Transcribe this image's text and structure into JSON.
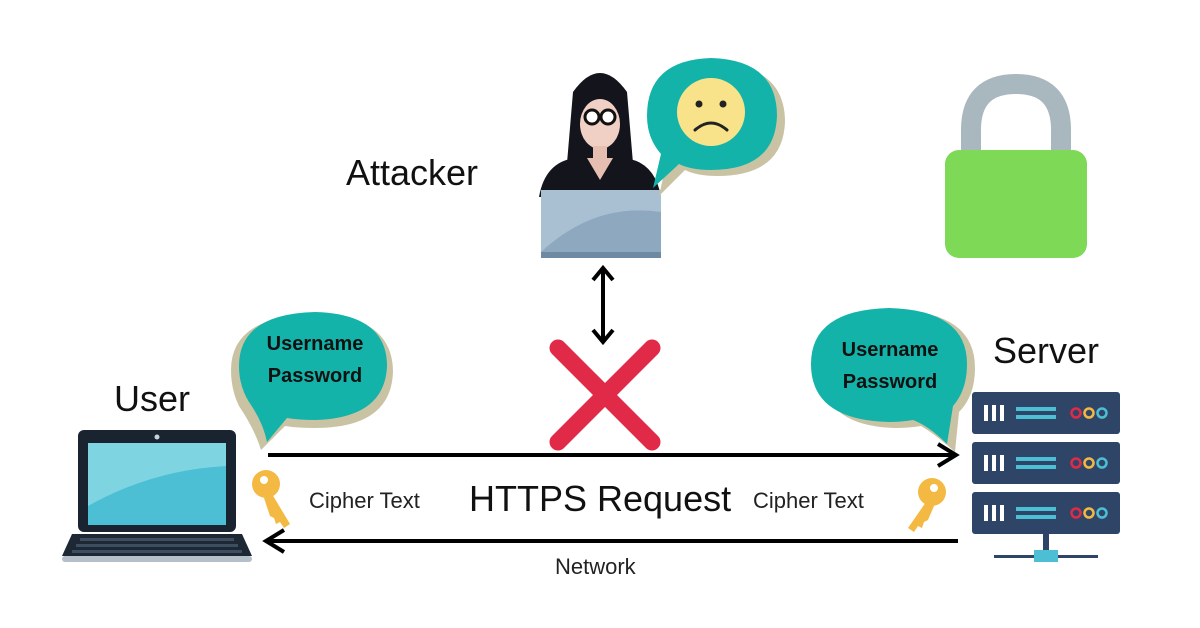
{
  "labels": {
    "attacker": "Attacker",
    "user": "User",
    "server": "Server",
    "request": "HTTPS Request",
    "cipher_left": "Cipher Text",
    "cipher_right": "Cipher Text",
    "network": "Network"
  },
  "bubbles": {
    "user": {
      "line1": "Username",
      "line2": "Password"
    },
    "server": {
      "line1": "Username",
      "line2": "Password"
    }
  },
  "icons": {
    "attacker": "hacker-icon",
    "sad_face": "sad-face-icon",
    "lock": "padlock-icon",
    "laptop": "laptop-icon",
    "server": "server-rack-icon",
    "key": "key-icon",
    "blocked": "cross-icon"
  },
  "colors": {
    "bubble_fill": "#13b3a9",
    "bubble_shadow": "#c9c3a4",
    "cross": "#e02a47",
    "lock_body": "#7ed957",
    "lock_shackle": "#a9b7bf",
    "key": "#f4b942",
    "server_unit": "#2e4568",
    "screen": "#4dbfd4"
  }
}
